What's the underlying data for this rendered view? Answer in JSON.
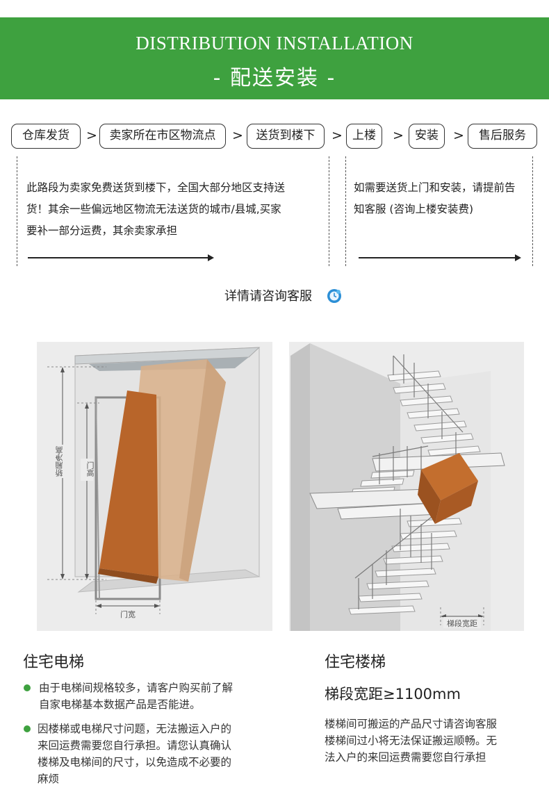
{
  "header": {
    "en_title": "DISTRIBUTION INSTALLATION",
    "cn_title": "- 配送安装 -"
  },
  "flow": {
    "steps": [
      "仓库发货",
      "卖家所在市区物流点",
      "送货到楼下",
      "上楼",
      "安装",
      "售后服务"
    ],
    "arrow": ">"
  },
  "notes": {
    "left": [
      "此路段为卖家免费送货到楼下，全国大部分地区支持送",
      "货！其余一些偏远地区物流无法送货的城市/县城,买家",
      "要补一部分运费，其余卖家承担"
    ],
    "right": [
      "如需要送货上门和安装，请提前告",
      "知客服 (咨询上楼安装费)"
    ]
  },
  "consult": "详情请咨询客服",
  "elevator_diagram": {
    "label_car_height": "轿厢净高",
    "label_door_height": "门高",
    "label_door_width": "门宽"
  },
  "stairs_diagram": {
    "label_width": "梯段宽距"
  },
  "elevator": {
    "title": "住宅电梯",
    "bullets": [
      [
        "由于电梯间规格较多，请客户购买前了解",
        "自家电梯基本数据产品是否能进。"
      ],
      [
        "因楼梯或电梯尺寸问题，无法搬运入户的",
        "来回运费需要您自行承担。请您认真确认",
        "楼梯及电梯间的尺寸，以免造成不必要的",
        "麻烦"
      ]
    ]
  },
  "stairs": {
    "title": "住宅楼梯",
    "subtitle": "梯段宽距≥1100mm",
    "desc": [
      "楼梯间可搬运的产品尺寸请咨询客服",
      "楼梯间过小将无法保证搬运顺畅。无",
      "法入户的来回运费需要您自行承担"
    ]
  },
  "colors": {
    "accent_green": "#3ea13f",
    "box_brown": "#b8652a",
    "box_tan": "#d9b08a"
  }
}
